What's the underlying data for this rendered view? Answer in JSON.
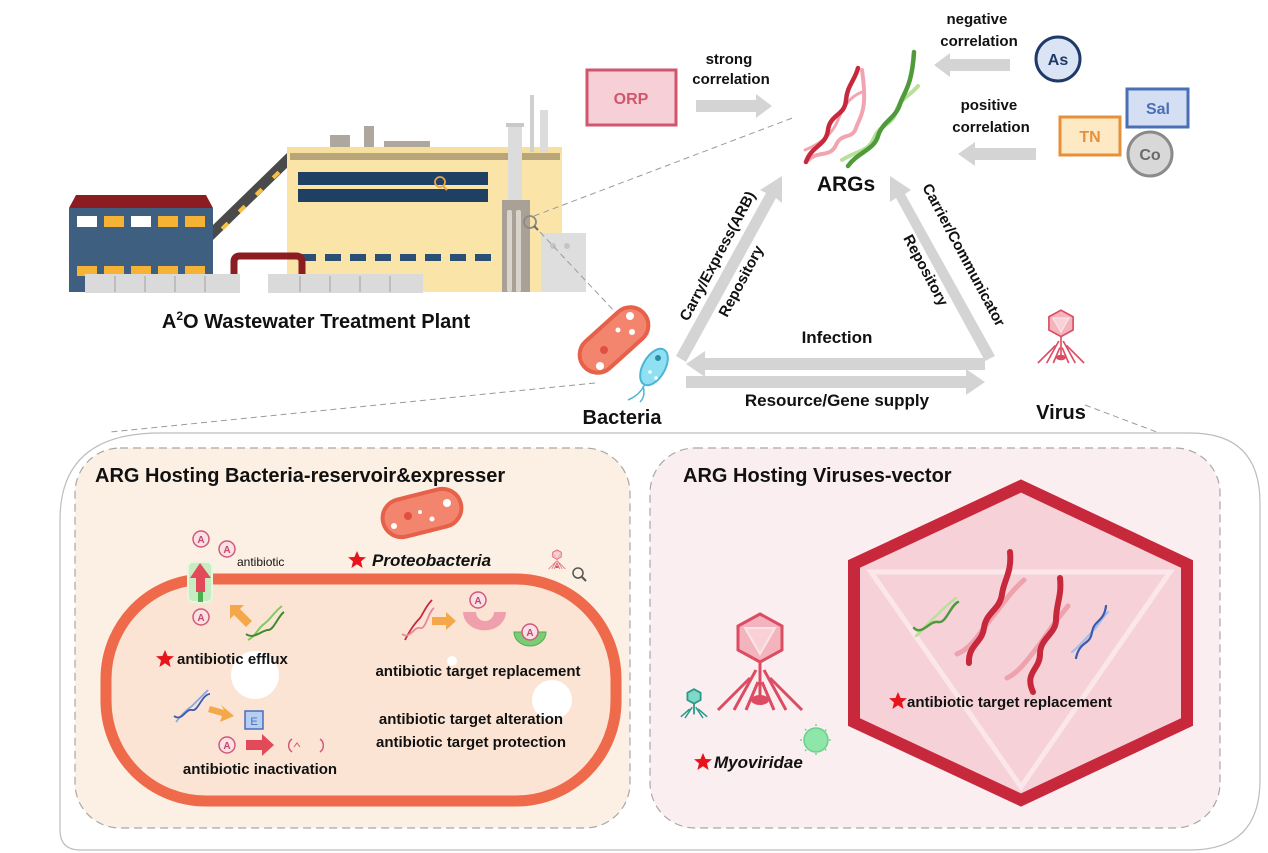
{
  "plant": {
    "title_prefix": "A",
    "title_sup": "2",
    "title_rest": "O Wastewater Treatment Plant"
  },
  "factors": {
    "orp": {
      "label": "ORP",
      "relation_line1": "strong",
      "relation_line2": "correlation",
      "color": "#d0566d"
    },
    "negative": {
      "relation_line1": "negative",
      "relation_line2": "correlation",
      "items": [
        {
          "label": "As",
          "shape": "circle",
          "color": "#1f3a68"
        }
      ]
    },
    "positive": {
      "relation_line1": "positive",
      "relation_line2": "correlation",
      "items": [
        {
          "label": "TN",
          "shape": "square",
          "color": "#e88f3a"
        },
        {
          "label": "Sal",
          "shape": "square",
          "color": "#4a6fb5"
        },
        {
          "label": "Co",
          "shape": "circle",
          "color": "#8a8a8a"
        }
      ]
    }
  },
  "triangle": {
    "args_label": "ARGs",
    "bacteria_label": "Bacteria",
    "virus_label": "Virus",
    "left_edge_outer": "Carry/Express(ARB)",
    "left_edge_inner": "Repository",
    "right_edge_outer": "Carrier/Communicator",
    "right_edge_inner": "Repository",
    "top_arrow_label": "Infection",
    "bottom_arrow_label": "Resource/Gene supply"
  },
  "bacteria_panel": {
    "title": "ARG Hosting Bacteria-reservoir&expresser",
    "phylum": "Proteobacteria",
    "antibiotic_label": "antibiotic",
    "antibiotic_token": "A",
    "enzyme_token": "E",
    "mechanisms": {
      "efflux": "antibiotic efflux",
      "target_replacement": "antibiotic target replacement",
      "target_alteration": "antibiotic target alteration",
      "target_protection": "antibiotic target protection",
      "inactivation": "antibiotic inactivation"
    },
    "starred": [
      "Proteobacteria",
      "antibiotic efflux"
    ]
  },
  "virus_panel": {
    "title": "ARG Hosting Viruses-vector",
    "family": "Myoviridae",
    "mechanism": "antibiotic target replacement",
    "starred": [
      "Myoviridae",
      "antibiotic target replacement"
    ]
  },
  "colors": {
    "arrow_gray": "#d4d4d4",
    "bacteria_panel_bg": "#fcefe4",
    "virus_panel_bg": "#fbeef0",
    "cell_wall": "#ee6a4a",
    "capsid_dark": "#c8283c",
    "star": "#e8141c"
  }
}
